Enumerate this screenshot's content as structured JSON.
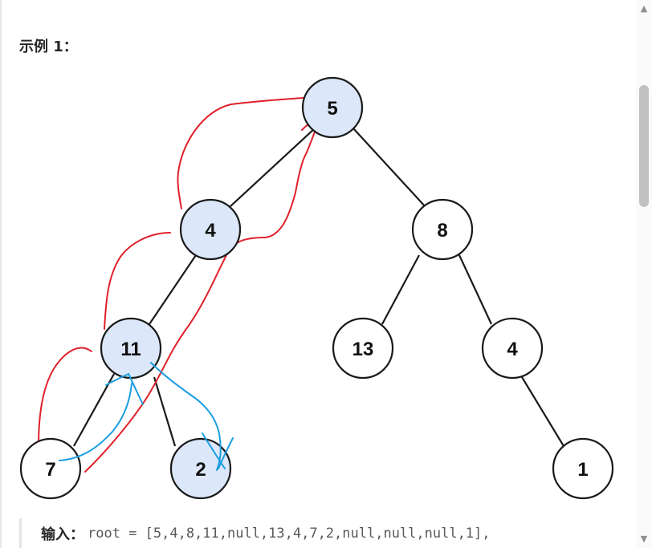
{
  "example": {
    "title": "示例 1："
  },
  "tree": {
    "nodes": [
      {
        "id": "n5",
        "label": "5",
        "highlighted": true
      },
      {
        "id": "n4a",
        "label": "4",
        "highlighted": true
      },
      {
        "id": "n8",
        "label": "8",
        "highlighted": false
      },
      {
        "id": "n11",
        "label": "11",
        "highlighted": true
      },
      {
        "id": "n13",
        "label": "13",
        "highlighted": false
      },
      {
        "id": "n4b",
        "label": "4",
        "highlighted": false
      },
      {
        "id": "n7",
        "label": "7",
        "highlighted": false
      },
      {
        "id": "n2",
        "label": "2",
        "highlighted": true
      },
      {
        "id": "n1",
        "label": "1",
        "highlighted": false
      }
    ],
    "colors": {
      "highlight_fill": "#dce8fa",
      "normal_fill": "#ffffff",
      "edge": "#1a1a1a",
      "red_annotation": "#e0202a",
      "blue_annotation": "#1b9ee0"
    }
  },
  "io": {
    "label": "输入：",
    "value": "root = [5,4,8,11,null,13,4,7,2,null,null,null,1],"
  },
  "scrollbar": {
    "up_icon": "▲",
    "down_icon": "▼"
  }
}
